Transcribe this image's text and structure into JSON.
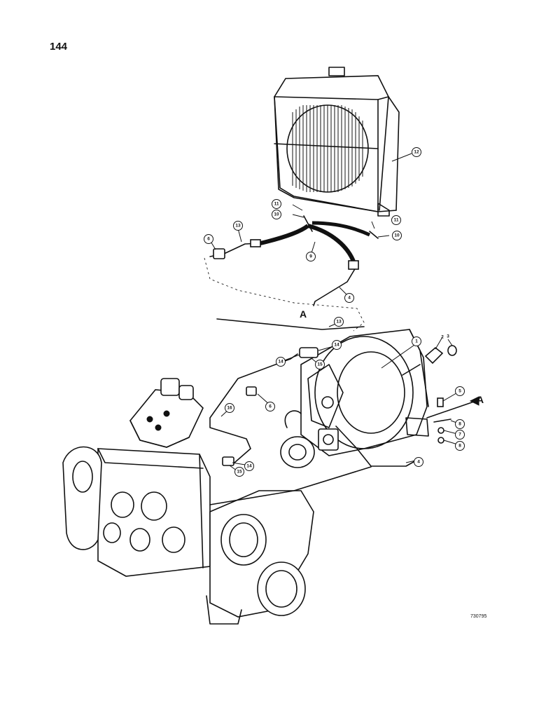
{
  "page": {
    "number": "144",
    "ref_code": "730795"
  },
  "section_markers": [
    "A",
    "A"
  ],
  "callouts": [
    "1",
    "2",
    "3",
    "4",
    "5",
    "6",
    "7",
    "8",
    "9",
    "10",
    "11",
    "12",
    "13",
    "14",
    "15",
    "16"
  ]
}
